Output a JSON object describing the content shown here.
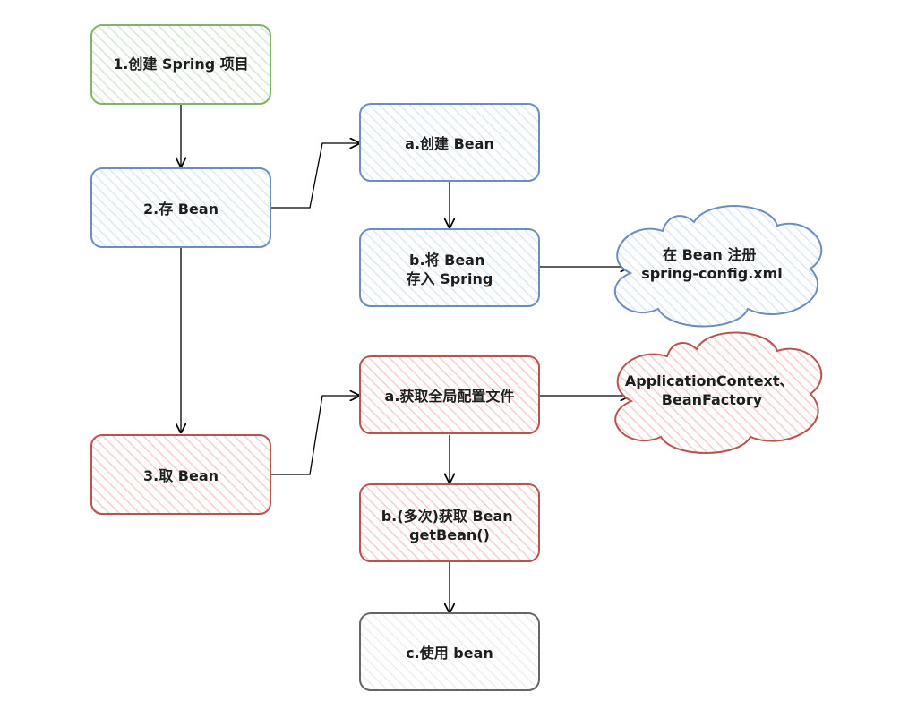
{
  "colors": {
    "green_stroke": "#82b366",
    "green_fill": "#d5e8d4",
    "blue_stroke": "#6c8ebf",
    "blue_fill": "#dae8fc",
    "red_stroke": "#b85450",
    "red_fill": "#f8cecc",
    "gray_stroke": "#666666",
    "gray_fill": "#f5f5f5",
    "edge": "#000000",
    "text": "#1e1e1e"
  },
  "nodes": {
    "create_project": {
      "lines": [
        "1.创建 Spring 项目"
      ]
    },
    "store_bean": {
      "lines": [
        "2.存 Bean"
      ]
    },
    "create_bean": {
      "lines": [
        "a.创建 Bean"
      ]
    },
    "put_bean": {
      "lines": [
        "b.将 Bean",
        "存入 Spring"
      ]
    },
    "register_cloud": {
      "lines": [
        "在 Bean 注册",
        "spring-config.xml"
      ]
    },
    "get_bean": {
      "lines": [
        "3.取 Bean"
      ]
    },
    "get_context": {
      "lines": [
        "a.获取全局配置文件"
      ]
    },
    "context_cloud": {
      "lines": [
        "ApplicationContext、",
        "BeanFactory"
      ]
    },
    "fetch_bean": {
      "lines": [
        "b.(多次)获取 Bean",
        "getBean()"
      ]
    },
    "use_bean": {
      "lines": [
        "c.使用 bean"
      ]
    }
  }
}
